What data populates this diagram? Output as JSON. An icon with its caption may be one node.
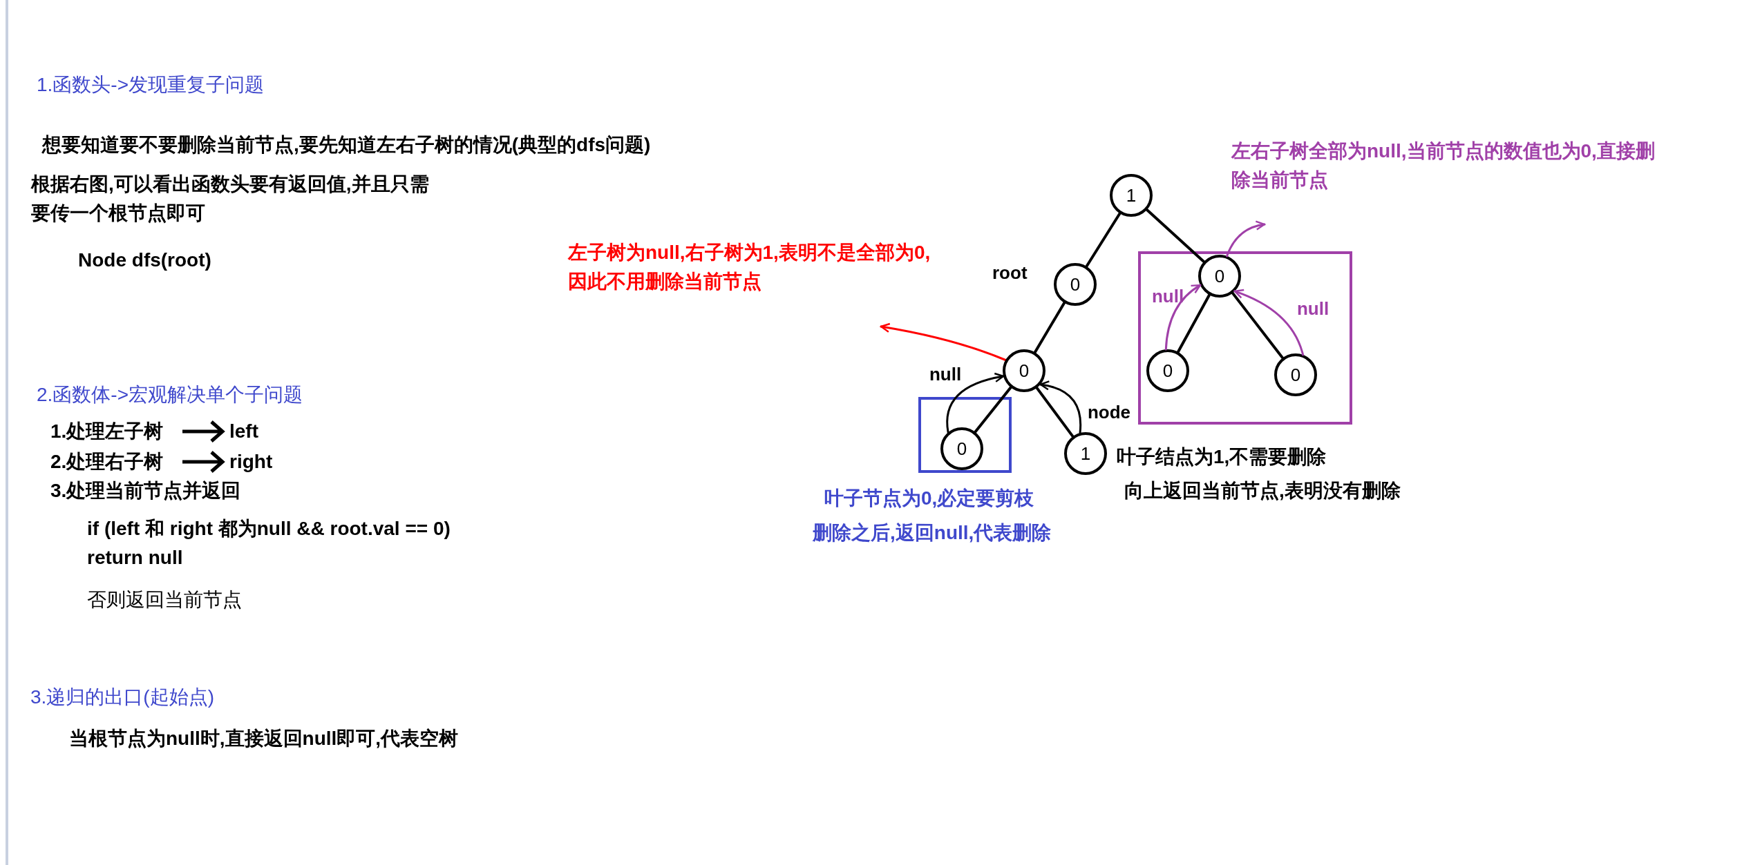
{
  "diagram": {
    "nodes": [
      {
        "text": [
          "1"
        ]
      },
      {
        "text": [
          "0"
        ],
        "beside": [
          "root"
        ]
      },
      {
        "text": [],
        "shape": "box"
      },
      {
        "text": [
          "0"
        ],
        "in": 2
      },
      {
        "text": [
          "0"
        ]
      },
      {
        "text": [],
        "shape": "box"
      },
      {
        "text": [
          "0"
        ],
        "in": 5
      },
      {
        "text": [
          "1"
        ]
      },
      {
        "text": [
          "0"
        ],
        "in": 2
      },
      {
        "text": [
          "0"
        ],
        "in": 2
      }
    ],
    "edges": [
      {
        "from": 0,
        "to": 1,
        "arrow": "none"
      },
      {
        "from": 0,
        "to": 3,
        "arrow": "none"
      },
      {
        "from": 1,
        "to": 4,
        "arrow": "none"
      },
      {
        "from": 4,
        "to": 6,
        "arrow": "none"
      },
      {
        "from": 4,
        "to": 7,
        "arrow": "none"
      },
      {
        "from": 3,
        "to": 8,
        "arrow": "none"
      },
      {
        "from": 3,
        "to": 9,
        "arrow": "none"
      },
      {
        "from": 6,
        "to": 4,
        "arrow": "to",
        "label": "null"
      },
      {
        "from": 7,
        "to": 4,
        "arrow": "to",
        "label": "node"
      },
      {
        "from": 4,
        "to": null,
        "arrow": "to",
        "color": "#ff0000"
      },
      {
        "from": 8,
        "to": 3,
        "arrow": "to",
        "label": "null",
        "color": "#a040a8"
      },
      {
        "from": 9,
        "to": 3,
        "arrow": "to",
        "label": "null",
        "color": "#a040a8"
      },
      {
        "from": 3,
        "to": null,
        "arrow": "to",
        "color": "#a040a8"
      }
    ],
    "labels": [
      "1.函数头->发现重复子问题",
      "想要知道要不要删除当前节点,要先知道左右子树的情况(典型的dfs问题)",
      "根据右图,可以看出函数头要有返回值,并且只需要传一个根节点即可",
      "Node dfs(root)",
      "2.函数体->宏观解决单个子问题",
      "1.处理左子树",
      "left",
      "2.处理右子树",
      "right",
      "3.处理当前节点并返回",
      "if (left 和 right 都为null && root.val == 0)",
      "return null",
      "否则返回当前节点",
      "3.递归的出口(起始点)",
      "当根节点为null时,直接返回null即可,代表空树",
      "左子树为null,右子树为1,表明不是全部为0,因此不用删除当前节点",
      "左右子树全部为null,当前节点的数值也为0,直接删除当前节点",
      "叶子节点为0,必定要剪枝",
      "删除之后,返回null,代表删除",
      "叶子结点为1,不需要删除",
      "向上返回当前节点,表明没有删除"
    ]
  }
}
